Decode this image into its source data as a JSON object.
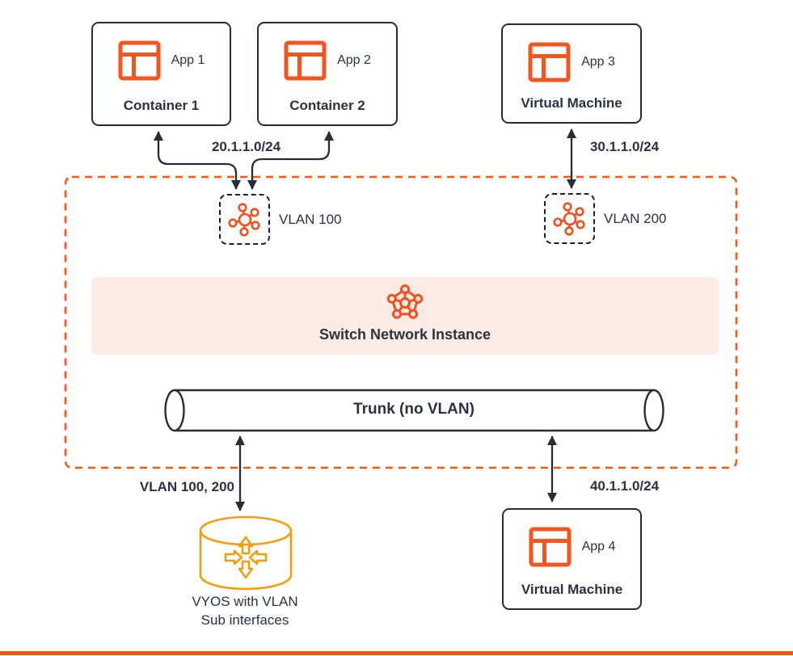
{
  "colors": {
    "icon_orange": "#F2551D",
    "amber_orange": "#F59D0B",
    "boundary_dash_orange": "#FD560A",
    "band_background": "#FCEBE4",
    "ink": "#2B3240",
    "bottom_bar_orange": "#EA5C0C"
  },
  "nodes": {
    "container1": {
      "app_label": "App 1",
      "title": "Container 1"
    },
    "container2": {
      "app_label": "App 2",
      "title": "Container 2"
    },
    "vm_app3": {
      "app_label": "App 3",
      "title": "Virtual Machine"
    },
    "vm_app4": {
      "app_label": "App 4",
      "title": "Virtual Machine"
    }
  },
  "vlan_nodes": {
    "vlan100": {
      "label": "VLAN 100"
    },
    "vlan200": {
      "label": "VLAN 200"
    }
  },
  "switch_instance": {
    "title": "Switch Network Instance"
  },
  "trunk": {
    "label": "Trunk (no VLAN)"
  },
  "vyos": {
    "label_line1": "VYOS with VLAN",
    "label_line2": "Sub interfaces"
  },
  "edge_labels": {
    "containers_to_vlan100": "20.1.1.0/24",
    "vm3_to_vlan200": "30.1.1.0/24",
    "trunk_to_vyos": "VLAN 100, 200",
    "trunk_to_vm4": "40.1.1.0/24"
  }
}
